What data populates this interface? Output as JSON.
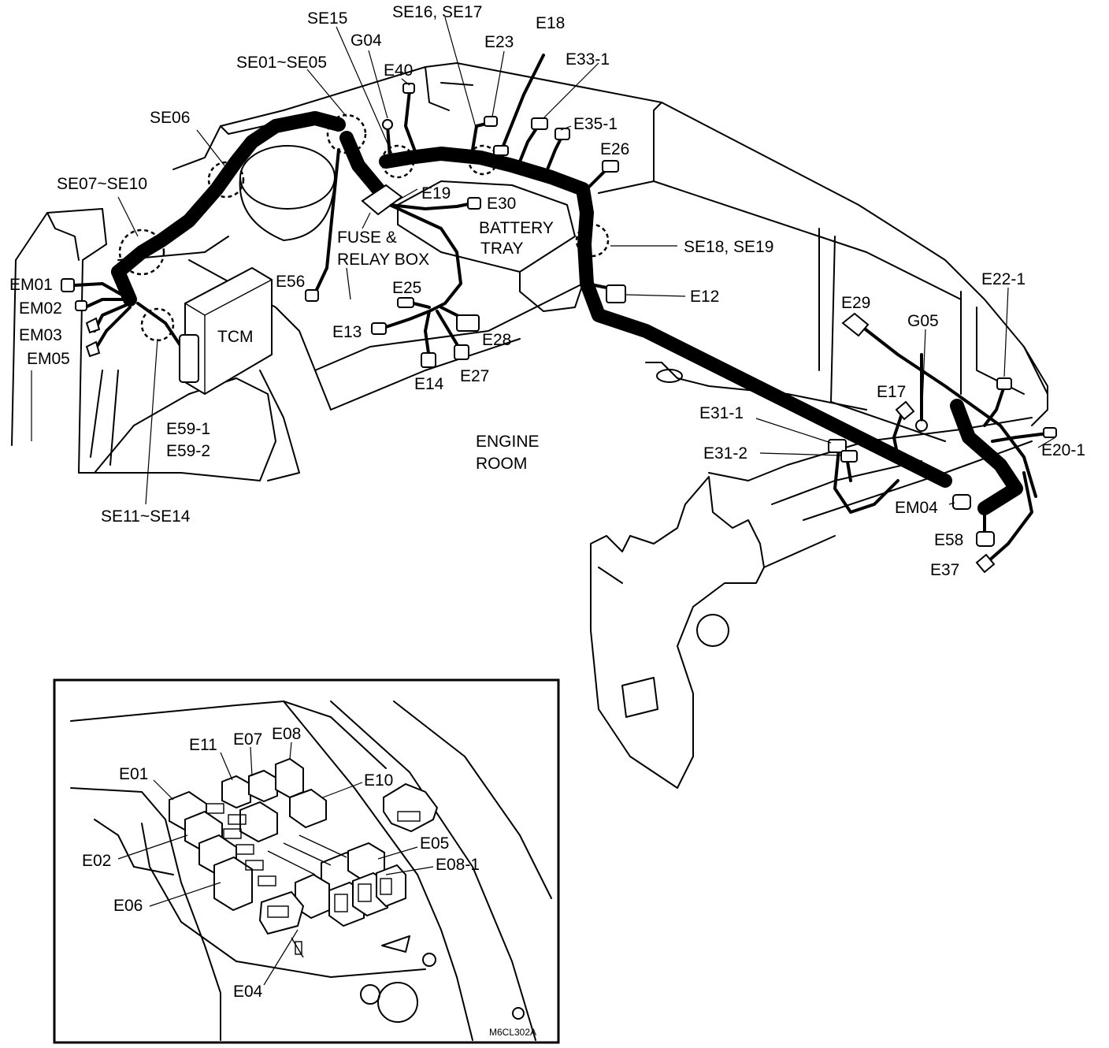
{
  "labels": {
    "se15": "SE15",
    "se16_17": "SE16, SE17",
    "e18": "E18",
    "g04": "G04",
    "e23": "E23",
    "se01_05": "SE01~SE05",
    "e40": "E40",
    "e33_1": "E33-1",
    "se06": "SE06",
    "e35_1": "E35-1",
    "e26": "E26",
    "se07_10": "SE07~SE10",
    "e19": "E19",
    "e30": "E30",
    "battery": "BATTERY",
    "tray": "TRAY",
    "fuse": "FUSE &",
    "relay_box": "RELAY BOX",
    "se18_19": "SE18, SE19",
    "em01": "EM01",
    "em02": "EM02",
    "em03": "EM03",
    "em05": "EM05",
    "e56": "E56",
    "e25": "E25",
    "e12": "E12",
    "e22_1": "E22-1",
    "e29": "E29",
    "g05": "G05",
    "tcm": "TCM",
    "e13": "E13",
    "e28": "E28",
    "e14": "E14",
    "e27": "E27",
    "e17": "E17",
    "e31_1": "E31-1",
    "e31_2": "E31-2",
    "e20_1": "E20-1",
    "e59_1": "E59-1",
    "e59_2": "E59-2",
    "engine": "ENGINE",
    "room": "ROOM",
    "em04": "EM04",
    "e58": "E58",
    "e37": "E37",
    "se11_14": "SE11~SE14"
  },
  "inset": {
    "e11": "E11",
    "e07": "E07",
    "e08": "E08",
    "e01": "E01",
    "e10": "E10",
    "e05": "E05",
    "e08_1": "E08-1",
    "e02": "E02",
    "e06": "E06",
    "e04": "E04",
    "figure_code": "M6CL302A"
  }
}
